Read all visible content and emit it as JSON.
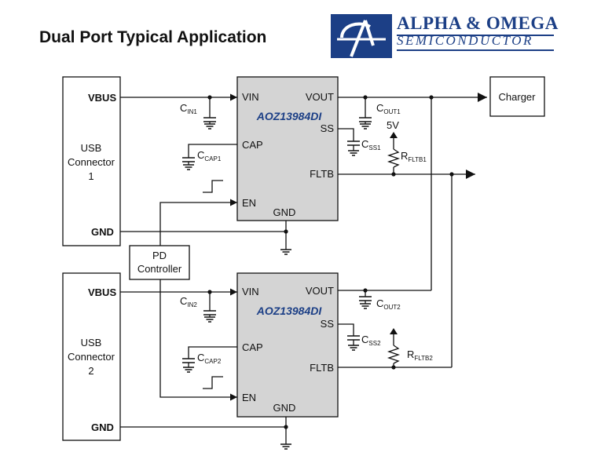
{
  "title": "Dual Port Typical Application",
  "brand": {
    "name": "ALPHA & OMEGA",
    "sub": "SEMICONDUCTOR",
    "color": "#1c3f86"
  },
  "connectors": [
    {
      "line1": "USB",
      "line2": "Connector",
      "line3": "1",
      "vbus": "VBUS",
      "gnd": "GND"
    },
    {
      "line1": "USB",
      "line2": "Connector",
      "line3": "2",
      "vbus": "VBUS",
      "gnd": "GND"
    }
  ],
  "chips": [
    {
      "part": "AOZ13984DI",
      "vin": "VIN",
      "vout": "VOUT",
      "cap": "CAP",
      "ss": "SS",
      "fltb": "FLTB",
      "en": "EN",
      "gnd": "GND"
    },
    {
      "part": "AOZ13984DI",
      "vin": "VIN",
      "vout": "VOUT",
      "cap": "CAP",
      "ss": "SS",
      "fltb": "FLTB",
      "en": "EN",
      "gnd": "GND"
    }
  ],
  "components": {
    "cin1": {
      "main": "C",
      "sub": "IN1"
    },
    "cin2": {
      "main": "C",
      "sub": "IN2"
    },
    "ccap1": {
      "main": "C",
      "sub": "CAP1"
    },
    "ccap2": {
      "main": "C",
      "sub": "CAP2"
    },
    "cout1": {
      "main": "C",
      "sub": "OUT1"
    },
    "cout2": {
      "main": "C",
      "sub": "OUT2"
    },
    "css1": {
      "main": "C",
      "sub": "SS1"
    },
    "css2": {
      "main": "C",
      "sub": "SS2"
    },
    "rfltb1": {
      "main": "R",
      "sub": "FLTB1"
    },
    "rfltb2": {
      "main": "R",
      "sub": "FLTB2"
    }
  },
  "supply_5v": "5V",
  "charger": "Charger",
  "pd_controller": {
    "line1": "PD",
    "line2": "Controller"
  },
  "chip_fill": "#d4d4d4"
}
